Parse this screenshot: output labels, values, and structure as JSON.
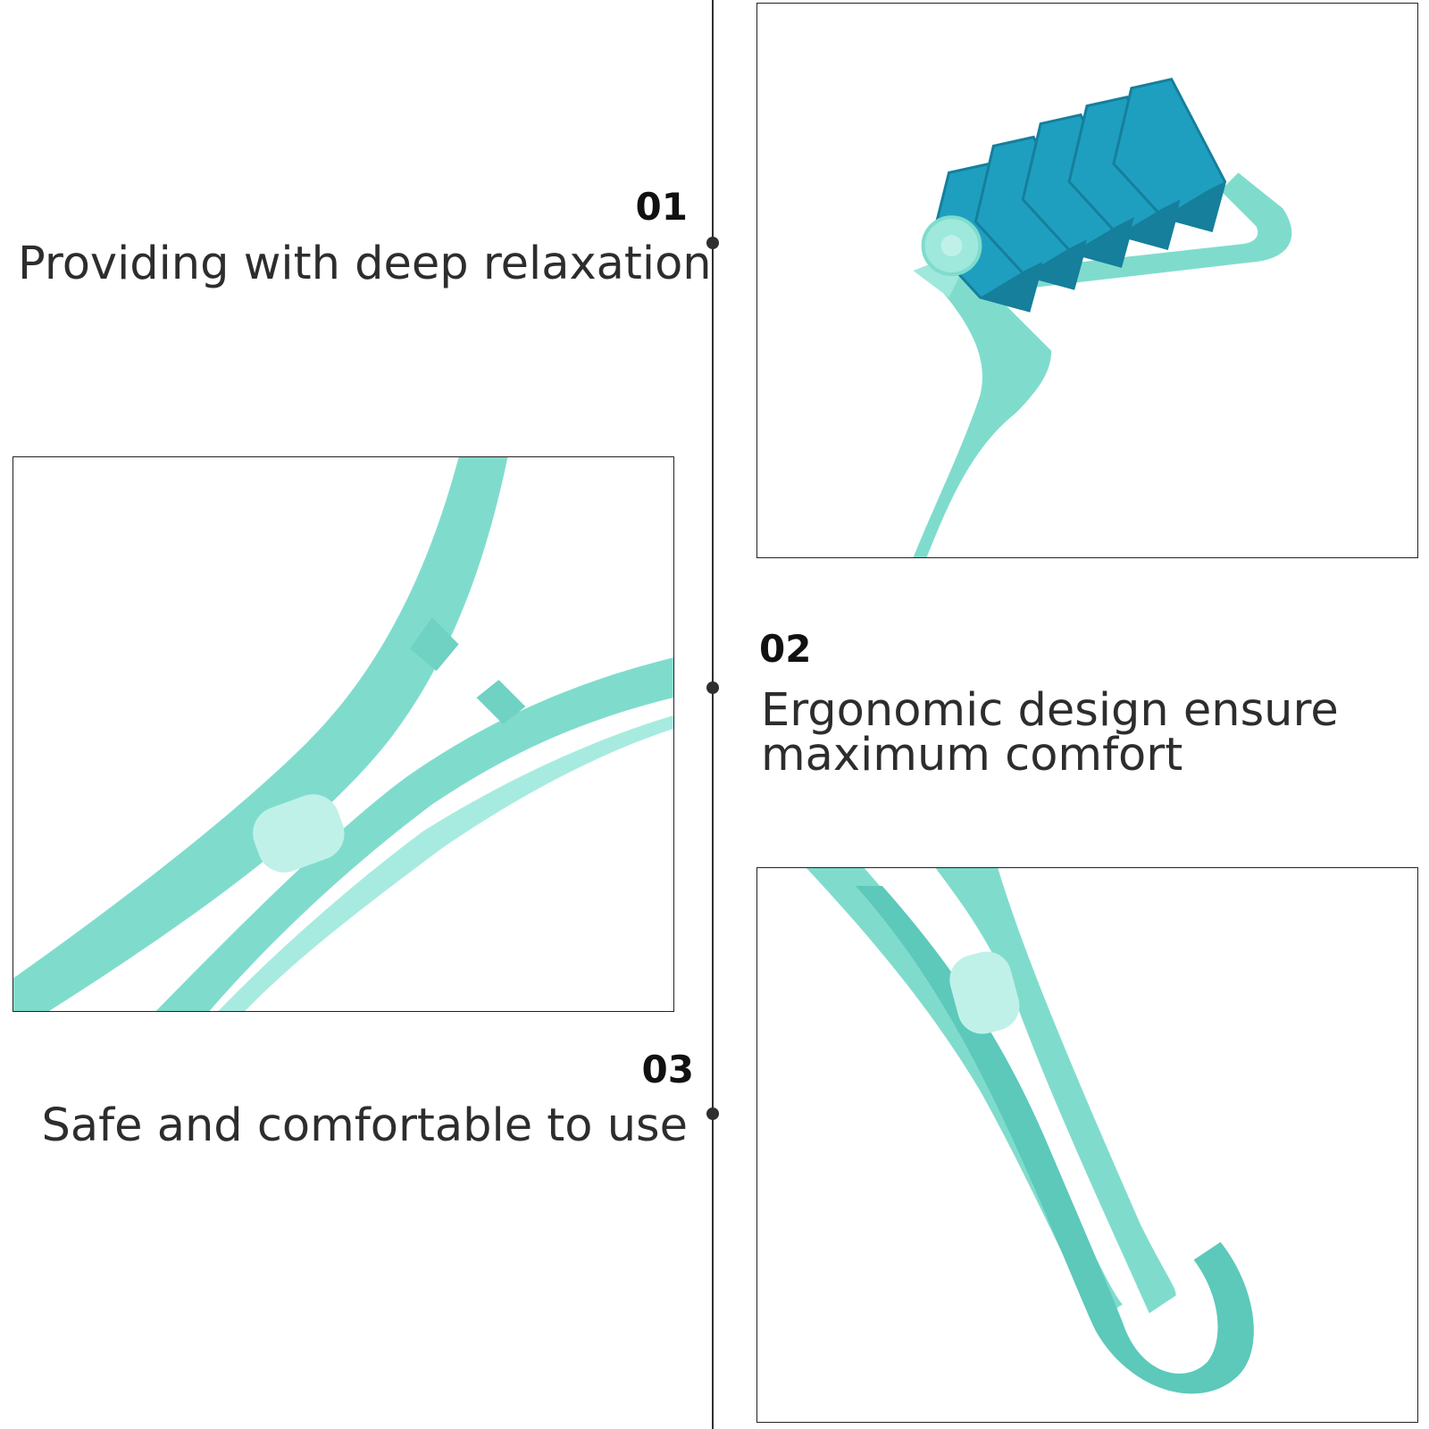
{
  "features": [
    {
      "number": "01",
      "caption": "Providing with deep relaxation"
    },
    {
      "number": "02",
      "caption_line1": "Ergonomic design ensure",
      "caption_line2": "maximum comfort"
    },
    {
      "number": "03",
      "caption": "Safe and comfortable to use"
    }
  ],
  "images": [
    {
      "subject": "roller-head-closeup"
    },
    {
      "subject": "handle-junction-closeup"
    },
    {
      "subject": "handle-loop-closeup"
    }
  ],
  "colors": {
    "plastic_light": "#7fdccd",
    "plastic_mid": "#5cc9ba",
    "roller_blue": "#1f9fbf",
    "roller_dark": "#157f9c",
    "line": "#2f2f2f"
  }
}
